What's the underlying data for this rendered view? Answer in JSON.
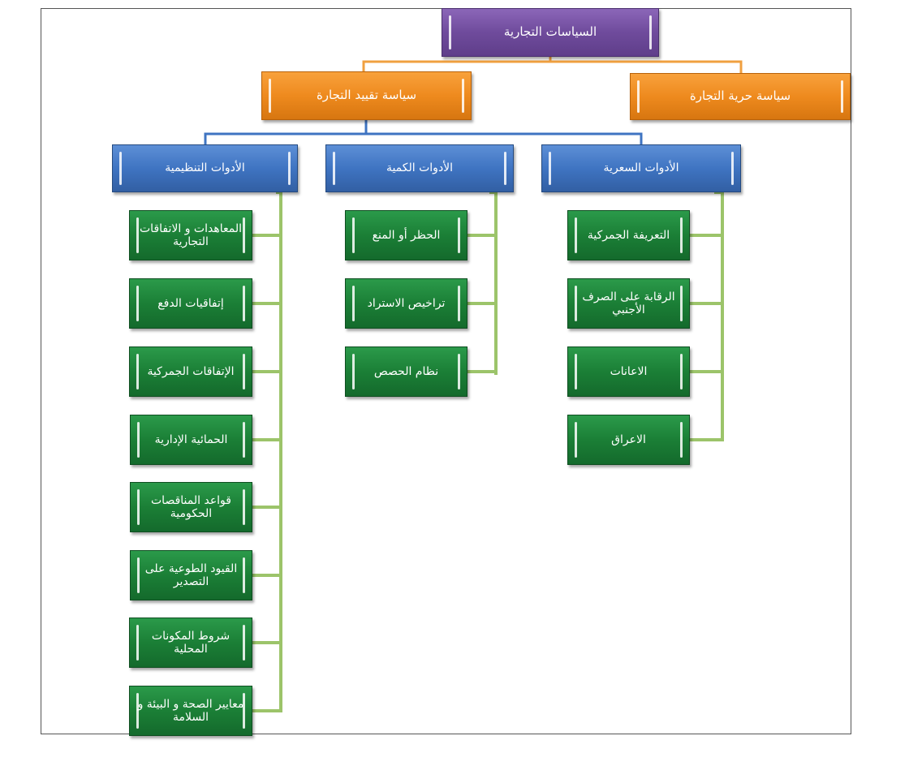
{
  "root": {
    "label": "السياسات التجارية",
    "color": "#6f4b9c"
  },
  "policies": [
    {
      "label": "سياسة حرية التجارة",
      "color": "#ee8a1e"
    },
    {
      "label": "سياسة تقييد التجارة",
      "color": "#ee8a1e"
    }
  ],
  "tool_groups": [
    {
      "label": "الأدوات السعرية",
      "items": [
        "التعريفة الجمركية",
        "الرقابة على الصرف الأجنبي",
        "الاعانات",
        "الاعراق"
      ]
    },
    {
      "label": "الأدوات الكمية",
      "items": [
        "الحظر أو المنع",
        "تراخيص الاستراد",
        "نظام الحصص"
      ]
    },
    {
      "label": "الأدوات التنظيمية",
      "items": [
        "المعاهدات و الاتفاقات التجارية",
        "إتفاقيات الدفع",
        "الإتفاقات الجمركية",
        "الحمائية الإدارية",
        "قواعد المناقصات الحكومية",
        "القيود الطوعية على التصدير",
        "شروط المكونات المحلية",
        "معايير الصحة و البيئة و السلامة"
      ]
    }
  ],
  "colors": {
    "root": "#6f4b9c",
    "policy": "#ee8a1e",
    "group": "#3f74c2",
    "item": "#1b7f36",
    "line_orange": "#f0a040",
    "line_blue": "#3f74c2",
    "line_green": "#9cc46a"
  }
}
